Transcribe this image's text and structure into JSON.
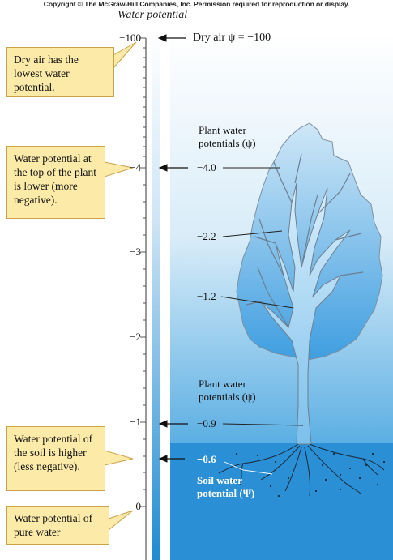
{
  "copyright": "Copyright © The McGraw-Hill Companies, Inc. Permission required for reproduction or display.",
  "title": "Water potential",
  "axis_ticks": [
    {
      "label": "−100",
      "value": -100
    },
    {
      "label": "−4",
      "value": -4
    },
    {
      "label": "−3",
      "value": -3
    },
    {
      "label": "−2",
      "value": -2
    },
    {
      "label": "−1",
      "value": -1
    },
    {
      "label": "0",
      "value": 0
    }
  ],
  "callouts": {
    "dry_air": "Dry air has the lowest water potential.",
    "plant_top": "Water potential at the top of the plant is lower (more negative).",
    "soil": "Water potential of the soil is higher (less negative).",
    "pure_water": "Water potential of pure water"
  },
  "dry_air_label": "Dry air ψ = −100",
  "plant_potentials_label_top": "Plant water potentials (ψ)",
  "plant_potentials_label_bottom": "Plant water potentials (ψ)",
  "plant_values": [
    "−4.0",
    "−2.2",
    "−1.2",
    "−0.9"
  ],
  "soil": {
    "value": "−0.6",
    "label": "Soil water potential (Ψ)"
  },
  "colors": {
    "gradient_top": "#ffffff",
    "gradient_bottom": "#1e88cf",
    "soil": "#2b8fd6",
    "callout_fill": "#fbeaa8"
  }
}
